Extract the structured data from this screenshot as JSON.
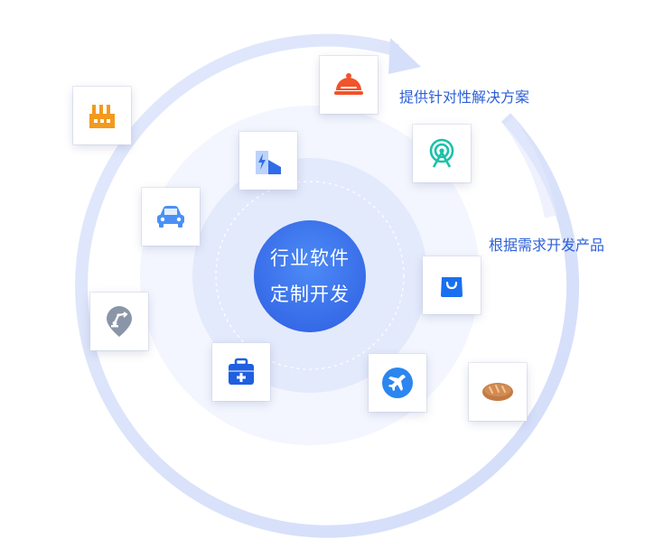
{
  "center": {
    "line1": "行业软件",
    "line2": "定制开发"
  },
  "captions": {
    "top": "提供针对性解决方案",
    "right": "根据需求开发产品"
  },
  "colors": {
    "outer_ring": "#dbe4fb",
    "mid_disc": "#eef2fd",
    "inner_disc": "#dbe5fb",
    "core": "#3f7bf0",
    "caption": "#2c5fd9"
  },
  "icons": [
    "food-cloche-icon",
    "radio-signal-icon",
    "factory-icon",
    "power-building-icon",
    "car-icon",
    "robot-arm-pin-icon",
    "medical-kit-icon",
    "shopping-bag-icon",
    "airplane-icon",
    "bread-icon"
  ]
}
